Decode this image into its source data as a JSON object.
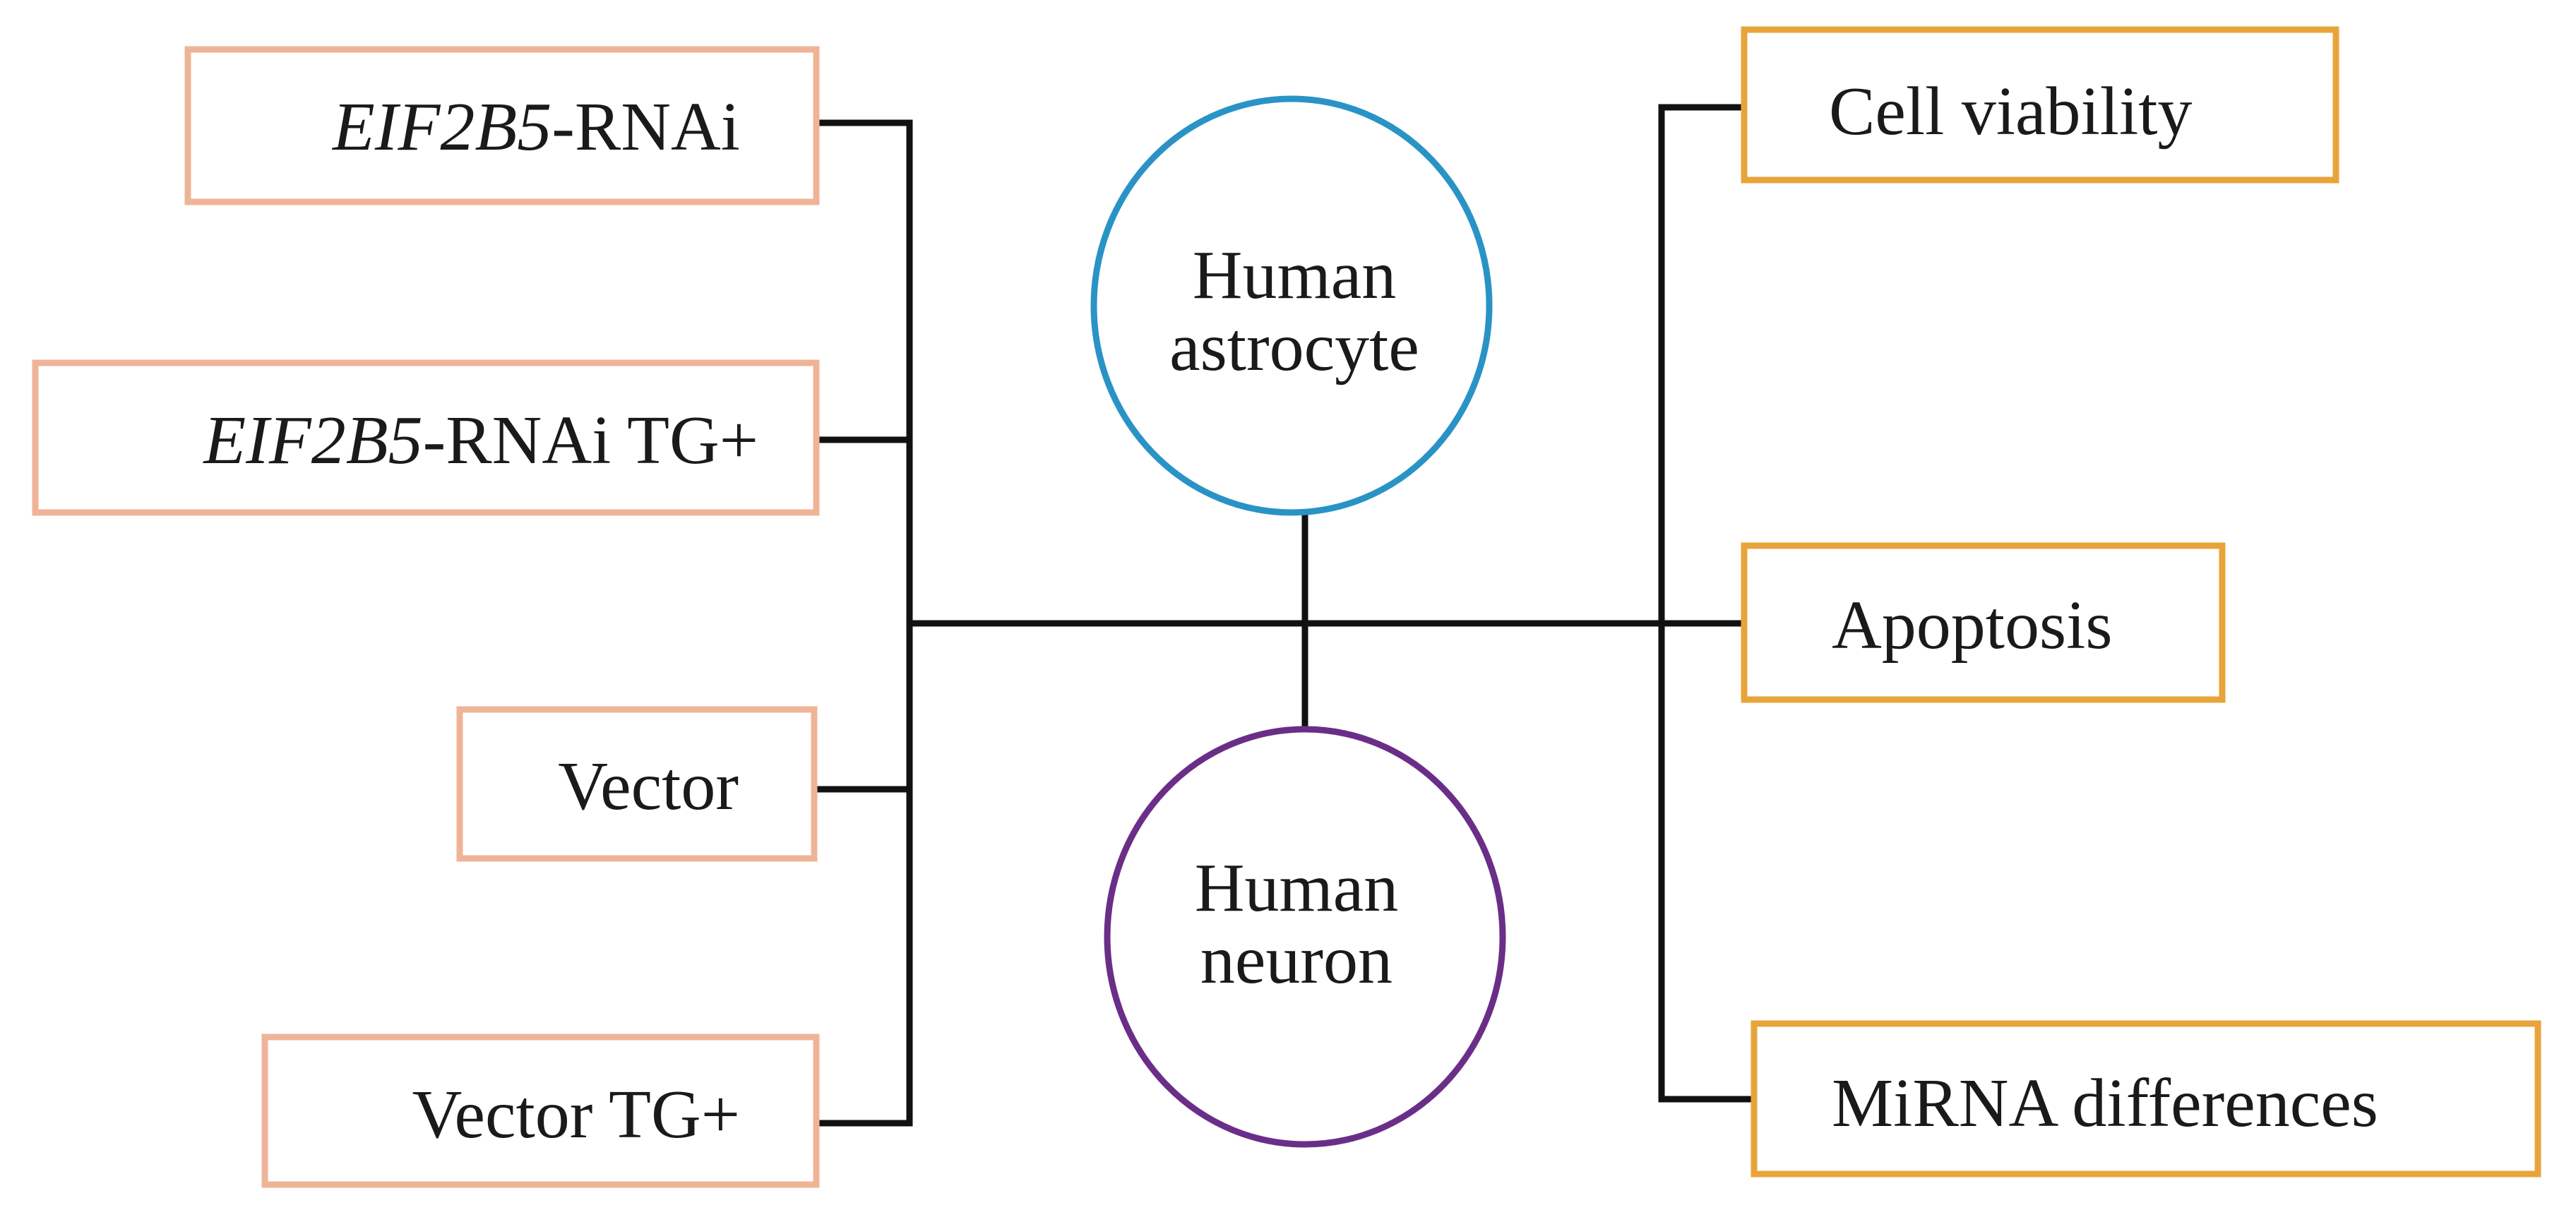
{
  "colors": {
    "condition_border": "#efb497",
    "assay_border": "#e8a43a",
    "astrocyte_circle": "#2a93c6",
    "neuron_circle": "#6b2e88",
    "connector": "#111111"
  },
  "conditions": [
    {
      "gene": "EIF2B5",
      "suffix": "-RNAi"
    },
    {
      "gene": "EIF2B5",
      "suffix": "-RNAi TG+"
    },
    {
      "gene": "",
      "suffix": "Vector"
    },
    {
      "gene": "",
      "suffix": "Vector TG+"
    }
  ],
  "cells": {
    "astrocyte": {
      "line1": "Human",
      "line2": "astrocyte"
    },
    "neuron": {
      "line1": "Human",
      "line2": "neuron"
    }
  },
  "assays": [
    {
      "label": "Cell viability"
    },
    {
      "label": "Apoptosis"
    },
    {
      "label": "MiRNA differences"
    }
  ]
}
